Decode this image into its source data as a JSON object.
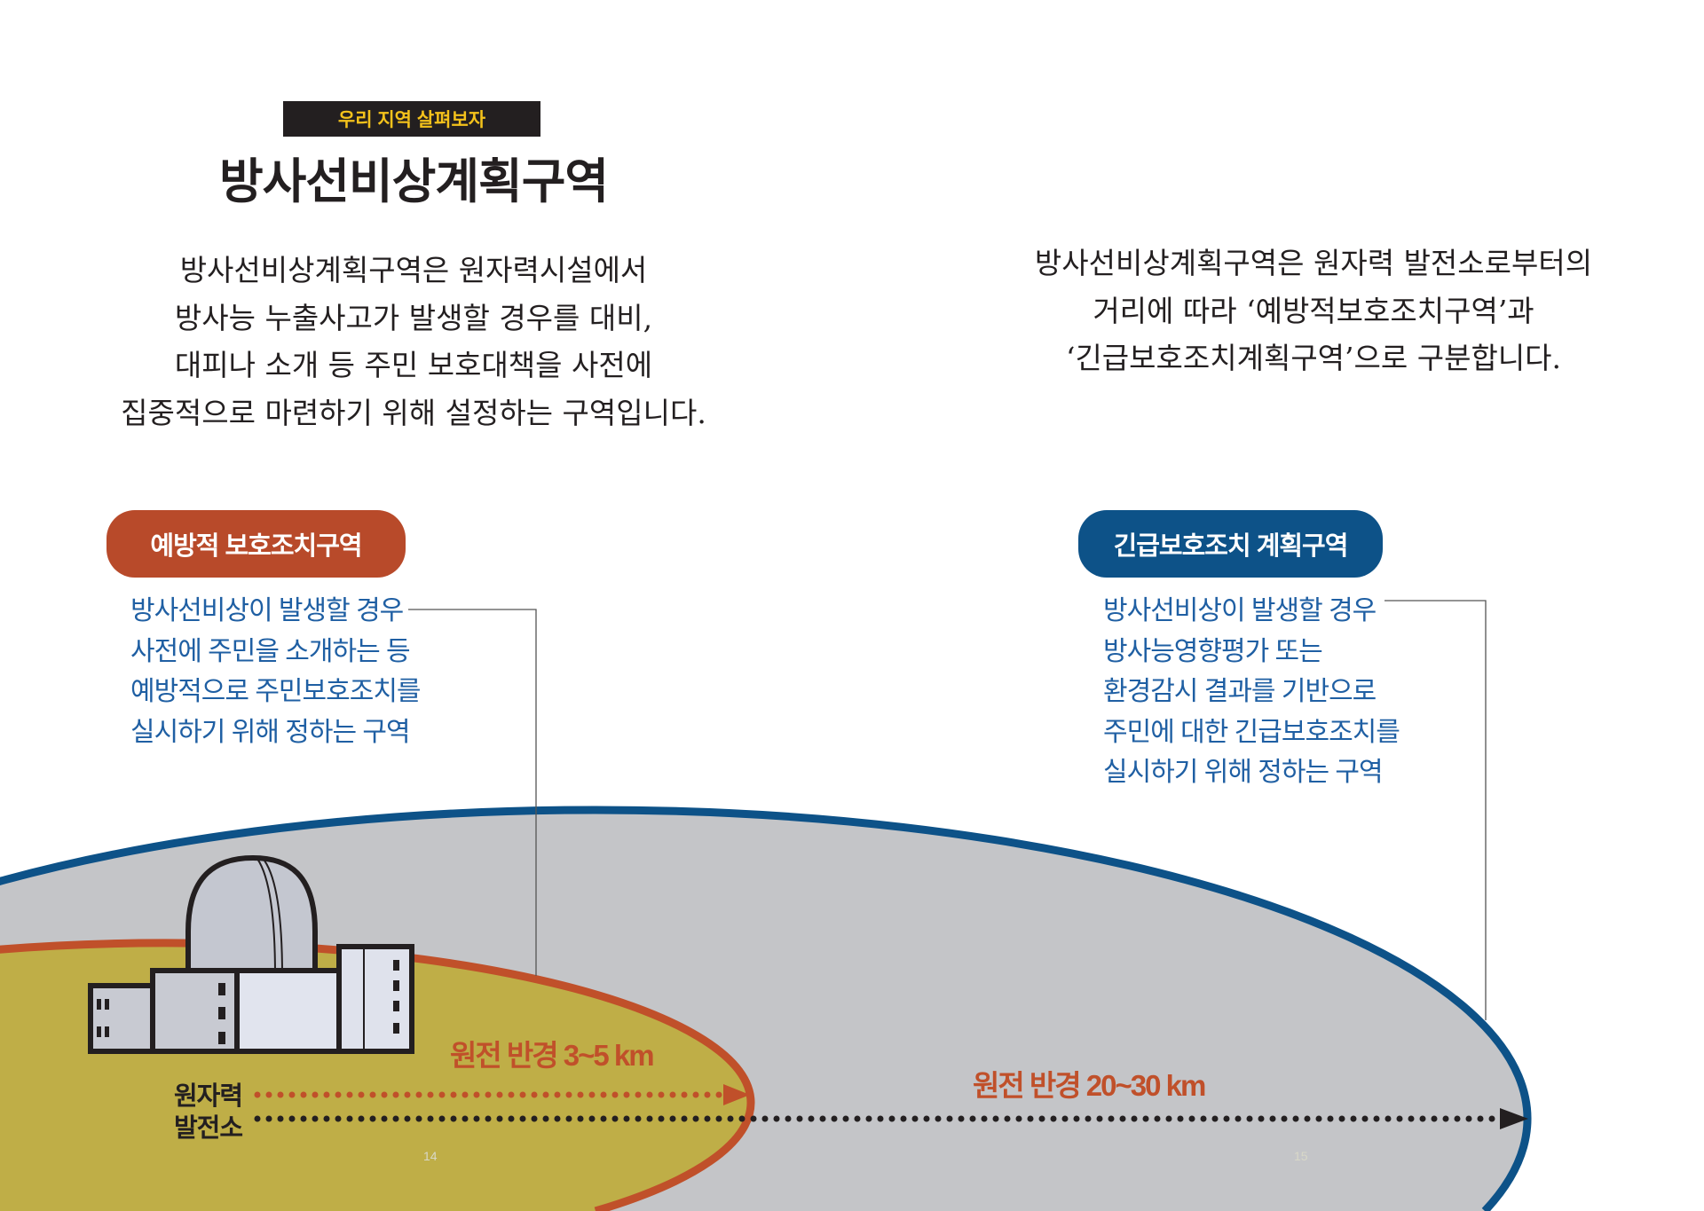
{
  "header": {
    "banner": "우리 지역 살펴보자",
    "title": "방사선비상계획구역"
  },
  "intro_left": [
    "방사선비상계획구역은 원자력시설에서",
    "방사능 누출사고가 발생할 경우를 대비,",
    "대피나 소개 등 주민 보호대책을 사전에",
    "집중적으로 마련하기 위해 설정하는 구역입니다."
  ],
  "intro_right": [
    "방사선비상계획구역은 원자력 발전소로부터의",
    "거리에 따라 ‘예방적보호조치구역’과",
    "‘긴급보호조치계획구역’으로 구분합니다."
  ],
  "zones": {
    "precautionary": {
      "label": "예방적 보호조치구역",
      "description": [
        "방사선비상이 발생할 경우",
        "사전에 주민을 소개하는 등",
        "예방적으로 주민보호조치를",
        "실시하기 위해 정하는 구역"
      ],
      "radius": "원전 반경 3~5 km",
      "color": "#b84a2a"
    },
    "urgent": {
      "label": "긴급보호조치 계획구역",
      "description": [
        "방사선비상이 발생할 경우",
        "방사능영향평가 또는",
        "환경감시 결과를 기반으로",
        "주민에 대한 긴급보호조치를",
        "실시하기 위해 정하는 구역"
      ],
      "radius": "원전 반경 20~30 km",
      "color": "#0d5288"
    }
  },
  "plant_label": [
    "원자력",
    "발전소"
  ],
  "page_numbers": [
    "14",
    "15"
  ]
}
